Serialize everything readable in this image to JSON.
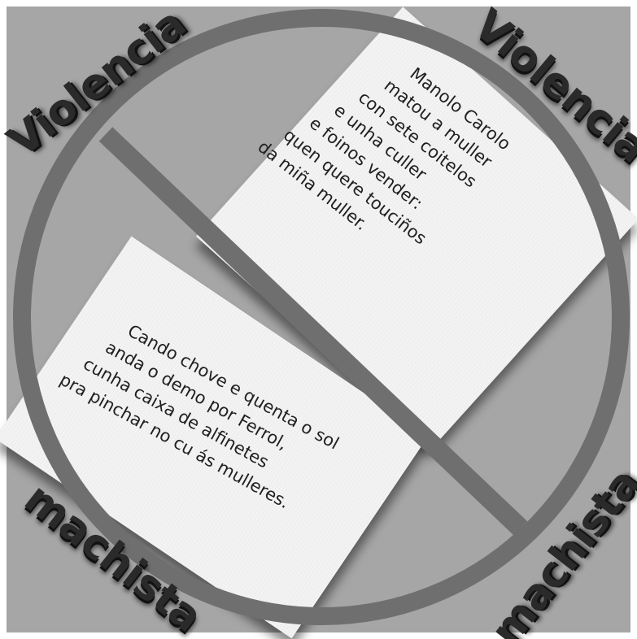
{
  "colors": {
    "background": "#a6a6a6",
    "card": "#f4f4f4",
    "ring": "#6f6f6f",
    "text": "#202020"
  },
  "words": {
    "top_left": "Violencia",
    "top_right": "Violencia",
    "bottom_left": "machista",
    "bottom_right": "machista"
  },
  "poem_top": {
    "lines": [
      "Manolo Carolo",
      "matou a muller",
      "con sete coitelos",
      "e unha culler",
      "e foinos vender:",
      "quen quere touciños",
      "da miña muller."
    ]
  },
  "poem_bottom": {
    "lines": [
      "Cando chove e quenta o sol",
      "anda o demo por Ferrol,",
      "cunha caixa de alfinetes",
      "pra pinchar no cu ás mulleres."
    ]
  }
}
